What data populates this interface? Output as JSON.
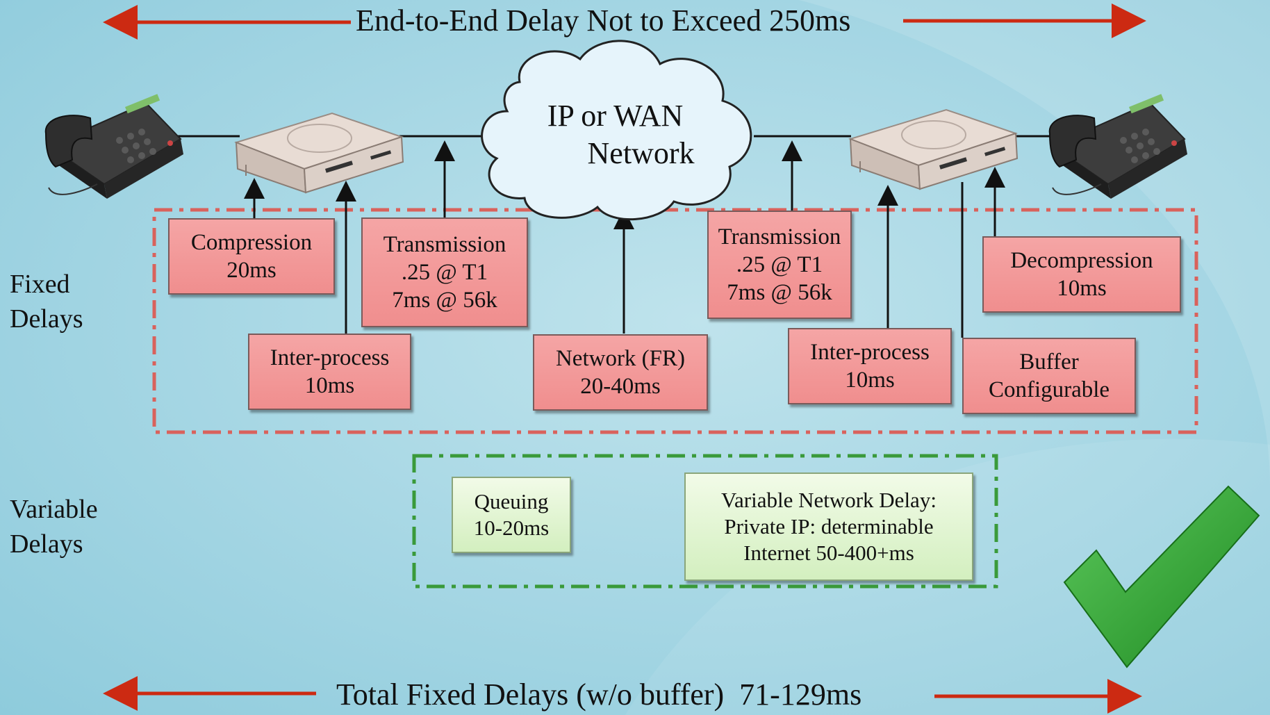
{
  "title": "End-to-End Delay Not to Exceed 250ms",
  "footer": "Total Fixed Delays (w/o buffer)  71-129ms",
  "cloud": {
    "line1": "IP or WAN",
    "line2": "Network"
  },
  "side_labels": {
    "fixed": {
      "line1": "Fixed",
      "line2": "Delays"
    },
    "variable": {
      "line1": "Variable",
      "line2": "Delays"
    }
  },
  "fixed_boxes": {
    "compression": [
      "Compression",
      "20ms"
    ],
    "transmission_left": [
      "Transmission",
      ".25 @ T1",
      "7ms @ 56k"
    ],
    "interprocess_left": [
      "Inter-process",
      "10ms"
    ],
    "network_fr": [
      "Network (FR)",
      "20-40ms"
    ],
    "transmission_right": [
      "Transmission",
      ".25 @ T1",
      "7ms @ 56k"
    ],
    "interprocess_right": [
      "Inter-process",
      "10ms"
    ],
    "decompression": [
      "Decompression",
      "10ms"
    ],
    "buffer": [
      "Buffer",
      "Configurable"
    ]
  },
  "variable_boxes": {
    "queuing": [
      "Queuing",
      "10-20ms"
    ],
    "variable_network": [
      "Variable Network Delay:",
      "Private IP: determinable",
      "Internet 50-400+ms"
    ]
  },
  "colors": {
    "arrow_red": "#cc2a12",
    "fixed_border": "#d9625c",
    "variable_border": "#3a9a3a",
    "checkmark": "#2aa02a"
  },
  "icons": [
    "telephone-icon",
    "router-icon",
    "cloud-icon",
    "checkmark-icon"
  ]
}
